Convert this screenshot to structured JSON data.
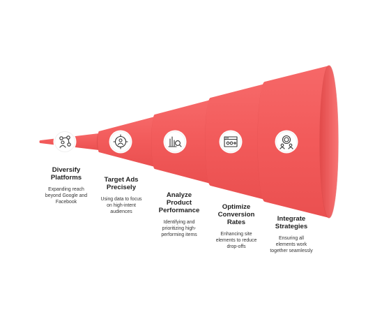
{
  "colors": {
    "cone": "#f25a5a",
    "cone_light": "#f77070",
    "cone_dark": "#e44c4c",
    "seam": "#d24545",
    "icon_ring": "#f0f0f0",
    "icon_stroke": "#333333"
  },
  "stages": [
    {
      "title": "Diversify\nPlatforms",
      "description": "Expanding reach\nbeyond Google and\nFacebook",
      "icon": "network-user-icon"
    },
    {
      "title": "Target Ads\nPrecisely",
      "description": "Using data to focus\non high-intent\naudiences",
      "icon": "target-user-icon"
    },
    {
      "title": "Analyze\nProduct\nPerformance",
      "description": "Identifying and\nprioritizing high-\nperforming items",
      "icon": "chart-magnifier-icon"
    },
    {
      "title": "Optimize\nConversion\nRates",
      "description": "Enhancing site\nelements to reduce\ndrop-offs",
      "icon": "browser-settings-icon"
    },
    {
      "title": "Integrate\nStrategies",
      "description": "Ensuring all\nelements work\ntogether seamlessly",
      "icon": "gear-team-icon"
    }
  ]
}
